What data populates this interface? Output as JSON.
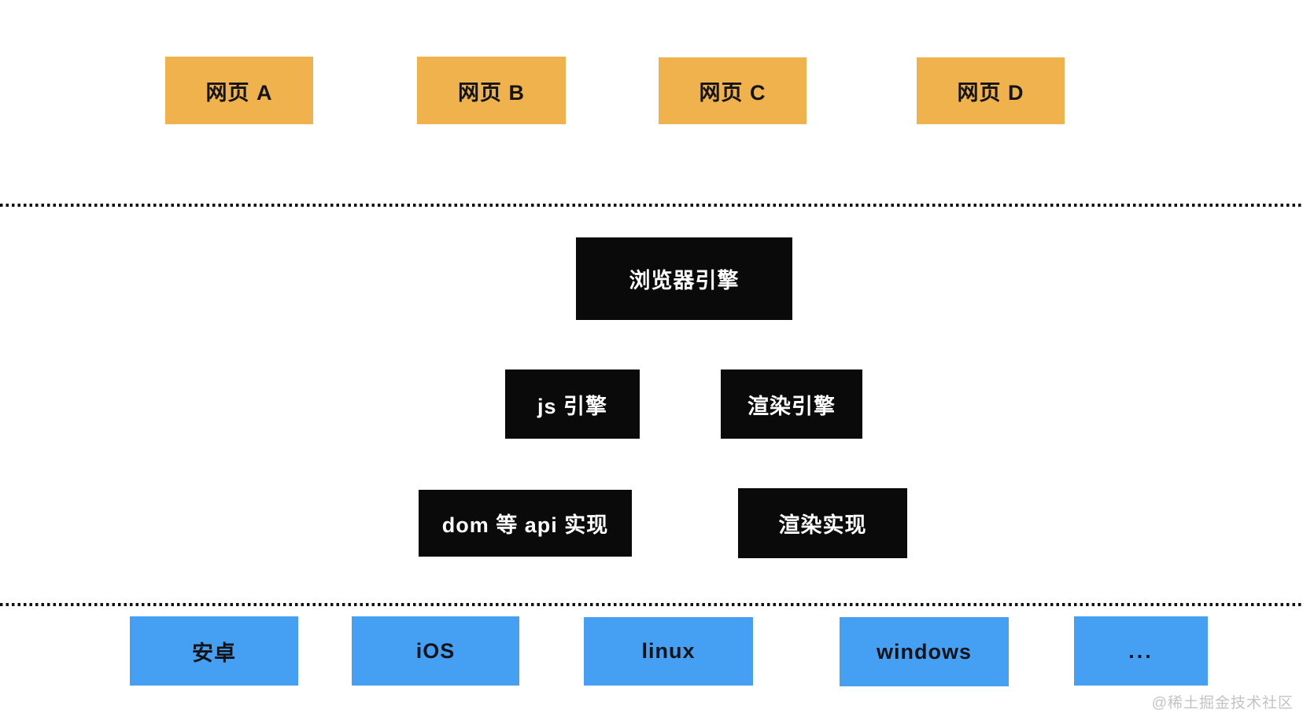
{
  "diagram": {
    "web_pages": {
      "a": "网页 A",
      "b": "网页 B",
      "c": "网页 C",
      "d": "网页 D"
    },
    "engines": {
      "browser": "浏览器引擎",
      "js": "js 引擎",
      "render": "渲染引擎",
      "dom_api": "dom 等 api 实现",
      "render_impl": "渲染实现"
    },
    "platforms": {
      "android": "安卓",
      "ios": "iOS",
      "linux": "linux",
      "windows": "windows",
      "more": "..."
    }
  },
  "watermark": "@稀土掘金技术社区",
  "colors": {
    "webpage_bg": "#f0b24c",
    "engine_bg": "#0a0a0a",
    "platform_bg": "#459ff3",
    "rule": "#111111",
    "watermark": "#c3c3c3"
  }
}
